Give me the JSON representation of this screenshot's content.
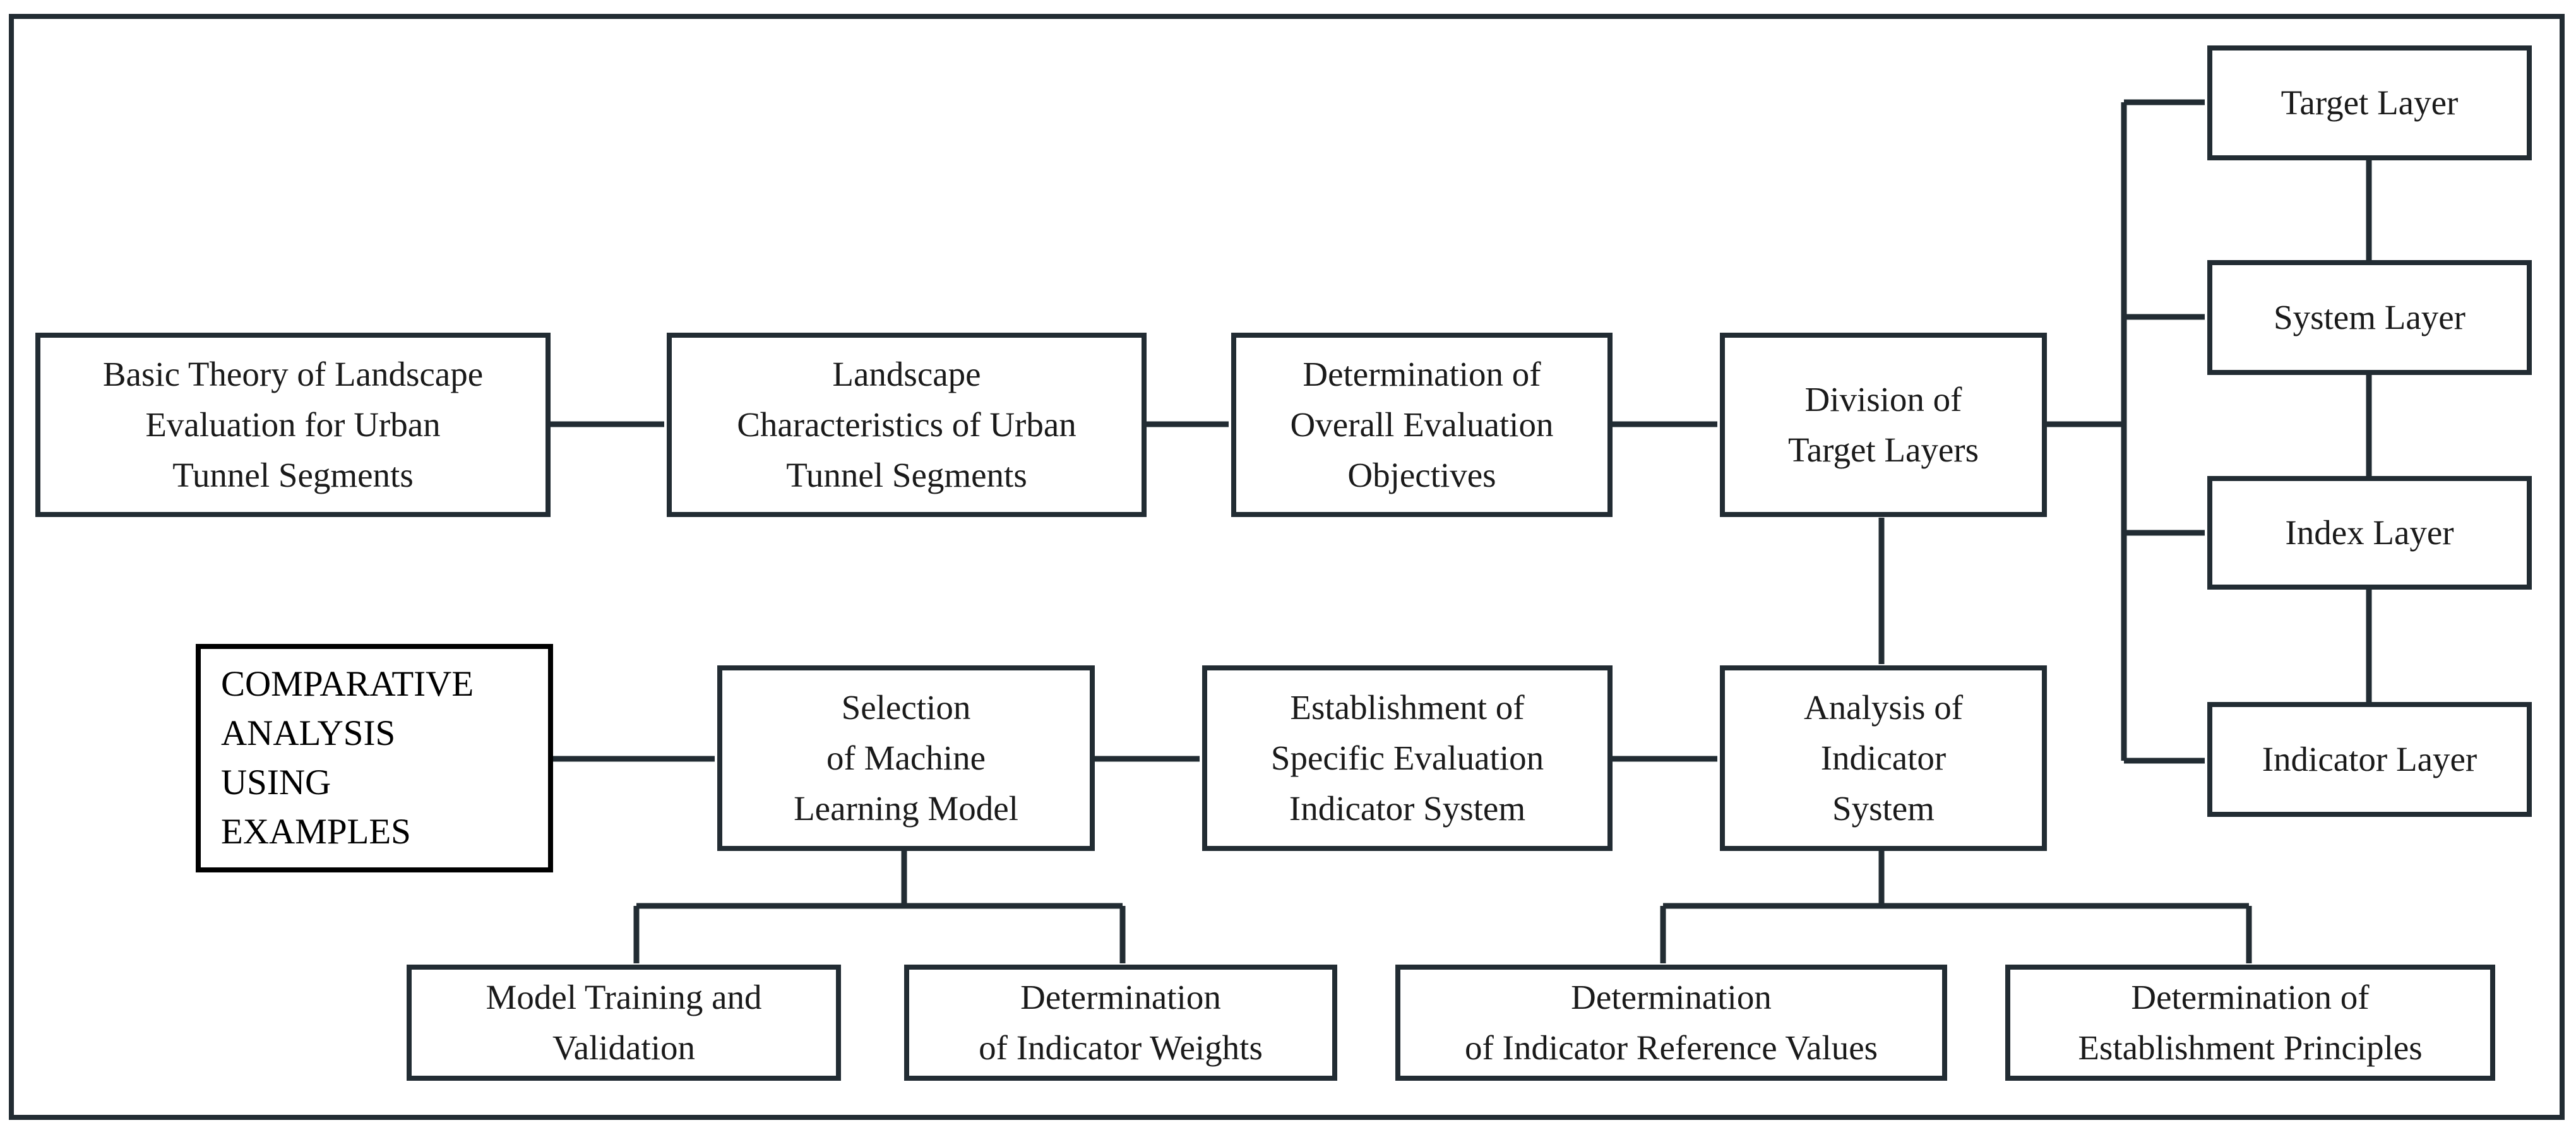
{
  "nodes": {
    "basic_theory": "Basic Theory of Landscape\nEvaluation for Urban\nTunnel Segments",
    "landscape_characteristics": "Landscape\nCharacteristics of Urban\nTunnel Segments",
    "overall_objectives": "Determination of\nOverall Evaluation\nObjectives",
    "division_target_layers": "Division of\nTarget Layers",
    "target_layer": "Target Layer",
    "system_layer": "System Layer",
    "index_layer": "Index Layer",
    "indicator_layer": "Indicator Layer",
    "analysis_indicator_system": "Analysis of\nIndicator\nSystem",
    "specific_indicator_system": "Establishment of\nSpecific Evaluation\nIndicator System",
    "ml_model_selection": "Selection\nof Machine\nLearning Model",
    "comparative_analysis": "COMPARATIVE\nANALYSIS\nUSING\nEXAMPLES",
    "model_training": "Model Training and\nValidation",
    "indicator_weights": "Determination\nof Indicator Weights",
    "indicator_reference_values": "Determination\nof Indicator Reference Values",
    "establishment_principles": "Determination of\nEstablishment Principles"
  },
  "colors": {
    "stroke": "#222c33",
    "text": "#1a1a1a"
  }
}
